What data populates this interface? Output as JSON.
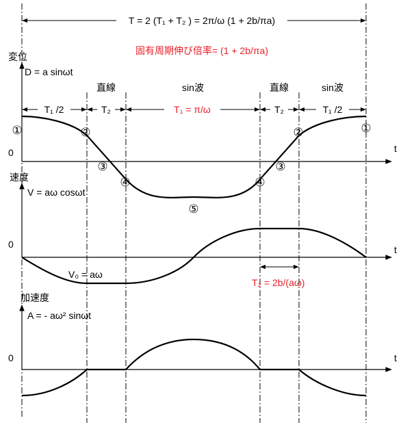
{
  "period_formula": "T = 2 (T₁ + T₂ ) = 2π/ω (1 + 2b/πa)",
  "stretch_ratio": "固有周期伸び倍率= (1 + 2b/πa)",
  "segments": {
    "linear_left": "直線",
    "sin_wave_mid": "sin波",
    "linear_right": "直線",
    "sin_wave_right": "sin波"
  },
  "intervals": {
    "t1_half_left": "T₁ /2",
    "t2_left": "T₂",
    "t1_mid": "T₁ = π/ω",
    "t2_right": "T₂",
    "t1_half_right": "T₁ /2"
  },
  "displacement": {
    "title": "変位",
    "equation": "D = a sinωt",
    "zero": "0",
    "t_axis": "t",
    "markers": [
      "①",
      "②",
      "③",
      "④",
      "⑤",
      "④",
      "③",
      "②",
      "①"
    ]
  },
  "velocity": {
    "title": "速度",
    "equation": "V = aω cosωt",
    "zero": "0",
    "t_axis": "t",
    "v0": "V₀ = aω",
    "t2_formula": "T₂ = 2b/(aω)"
  },
  "acceleration": {
    "title": "加速度",
    "equation": "A = - aω² sinωt",
    "zero": "0",
    "t_axis": "t"
  },
  "colors": {
    "accent": "#e8202a",
    "ink": "#000000"
  }
}
